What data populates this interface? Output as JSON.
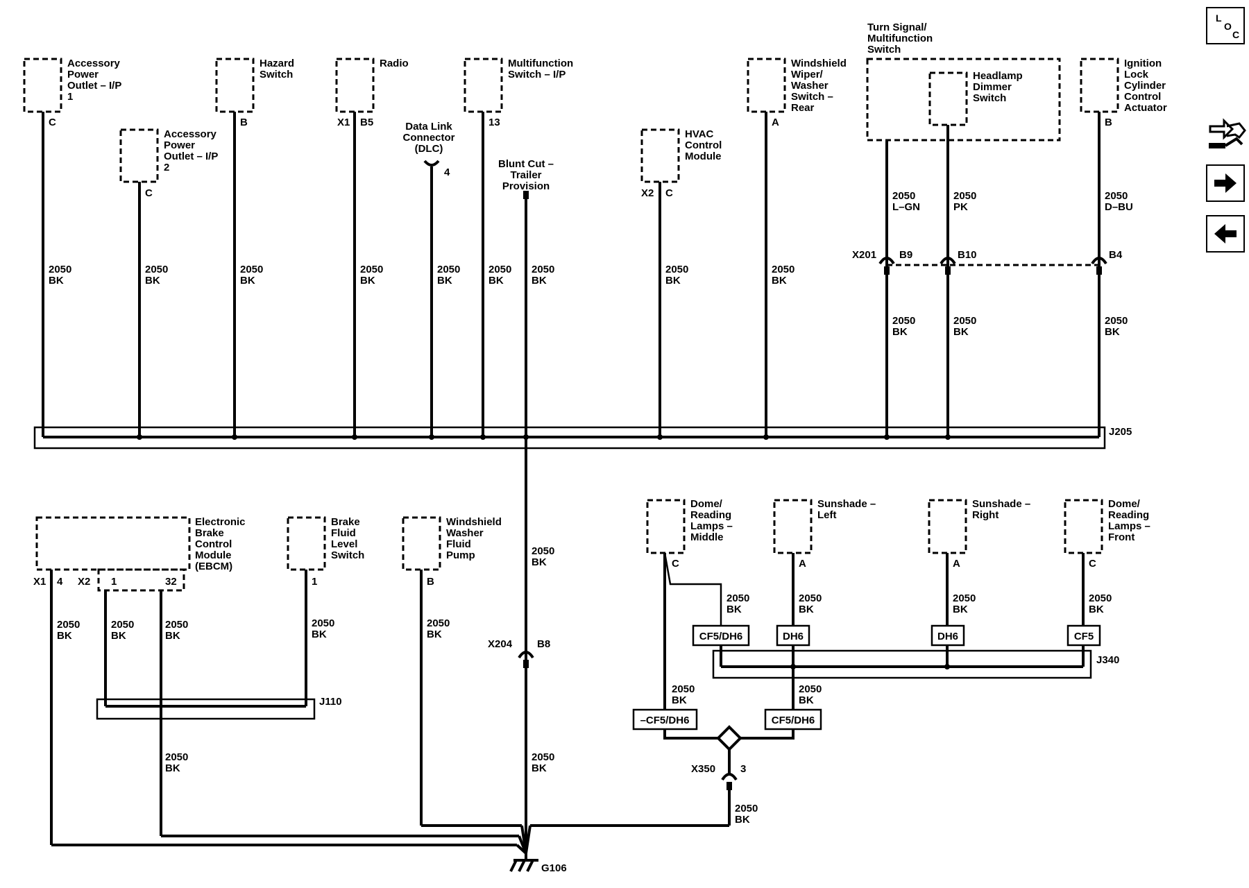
{
  "components": {
    "acc_outlet_1": "Accessory|Power|Outlet – I/P|1",
    "acc_outlet_2": "Accessory|Power|Outlet – I/P|2",
    "hazard": "Hazard|Switch",
    "radio": "Radio",
    "dlc": "Data Link|Connector|(DLC)",
    "multifunction": "Multifunction|Switch – I/P",
    "blunt_cut": "Blunt Cut –|Trailer|Provision",
    "hvac": "HVAC|Control|Module",
    "wiper": "Windshield|Wiper/|Washer|Switch –|Rear",
    "turn_signal": "Turn Signal/|Multifunction|Switch",
    "headlamp": "Headlamp|Dimmer|Switch",
    "ignition": "Ignition|Lock|Cylinder|Control|Actuator",
    "ebcm": "Electronic|Brake|Control|Module|(EBCM)",
    "brake_fluid": "Brake|Fluid|Level|Switch",
    "washer_pump": "Windshield|Washer|Fluid|Pump",
    "dome_middle": "Dome/|Reading|Lamps –|Middle",
    "sunshade_left": "Sunshade –|Left",
    "sunshade_right": "Sunshade –|Right",
    "dome_front": "Dome/|Reading|Lamps –|Front"
  },
  "pins": {
    "acc1": "C",
    "acc2": "C",
    "hazard": "B",
    "radio_conn": "X1",
    "radio_pin": "B5",
    "dlc": "4",
    "multi": "13",
    "hvac_conn": "X2",
    "hvac_pin": "C",
    "wiper": "A",
    "ign": "B",
    "ebcm_x1": "X1",
    "ebcm_x1_pin": "4",
    "ebcm_x2": "X2",
    "ebcm_p1": "1",
    "ebcm_p32": "32",
    "brake": "1",
    "pump": "B",
    "dome_mid": "C",
    "sun_left": "A",
    "sun_right": "A",
    "dome_front": "C"
  },
  "wire_labels": {
    "circuit": "2050",
    "bk": "BK",
    "lgn": "L–GN",
    "pk": "PK",
    "dbu": "D–BU"
  },
  "connectors": {
    "x201": "X201",
    "b9": "B9",
    "b10": "B10",
    "b4": "B4",
    "x204": "X204",
    "b8": "B8",
    "x350": "X350",
    "x350_pin": "3"
  },
  "splices": {
    "j205": "J205",
    "j110": "J110",
    "j340": "J340"
  },
  "ground": "G106",
  "options": {
    "cf5dh6_a": "CF5/DH6",
    "dh6_a": "DH6",
    "dh6_b": "DH6",
    "cf5": "CF5",
    "cf5dh6_b": "–CF5/DH6",
    "cf5dh6_c": "CF5/DH6"
  },
  "nav": {
    "loc_l": "L",
    "loc_o": "O",
    "loc_c": "C"
  },
  "icons": [
    "location-icon",
    "connector-icon",
    "next-arrow-icon",
    "prev-arrow-icon"
  ]
}
